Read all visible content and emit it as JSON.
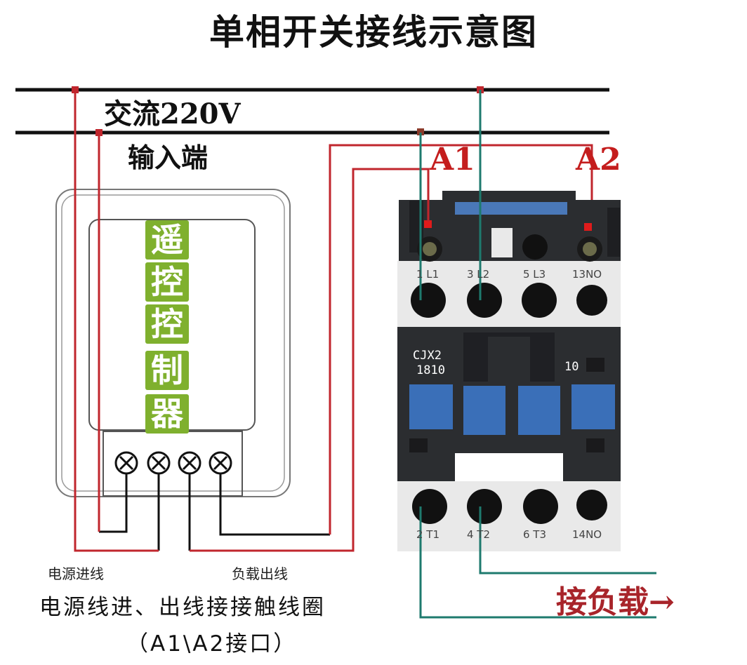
{
  "title": "单相开关接线示意图",
  "ac_label": "交流220V",
  "input_label": "输入端",
  "a1_label": "A1",
  "a2_label": "A2",
  "controller_chars": [
    "遥",
    "控",
    "控",
    "制",
    "器"
  ],
  "power_in_caption": "电源进线",
  "load_out_caption": "负载出线",
  "bottom_line_1": "电源线进、出线接接触线圈",
  "bottom_line_2": "（A1\\A2接口）",
  "load_label": "接负载→",
  "contactor": {
    "model_line_1": "CJX2",
    "model_line_2": "1810",
    "aux_number": "10",
    "top_terminals": [
      "1 L1",
      "3 L2",
      "5 L3",
      "13NO"
    ],
    "bottom_terminals": [
      "2 T1",
      "4 T2",
      "6 T3",
      "14NO"
    ]
  },
  "colors": {
    "red_wire": "#c0262d",
    "teal_wire": "#1e7a6e",
    "black_wire": "#111111",
    "controller_green": "#7fb02e",
    "contactor_blue": "#3a6fb8",
    "contactor_body": "#2b2d30"
  }
}
